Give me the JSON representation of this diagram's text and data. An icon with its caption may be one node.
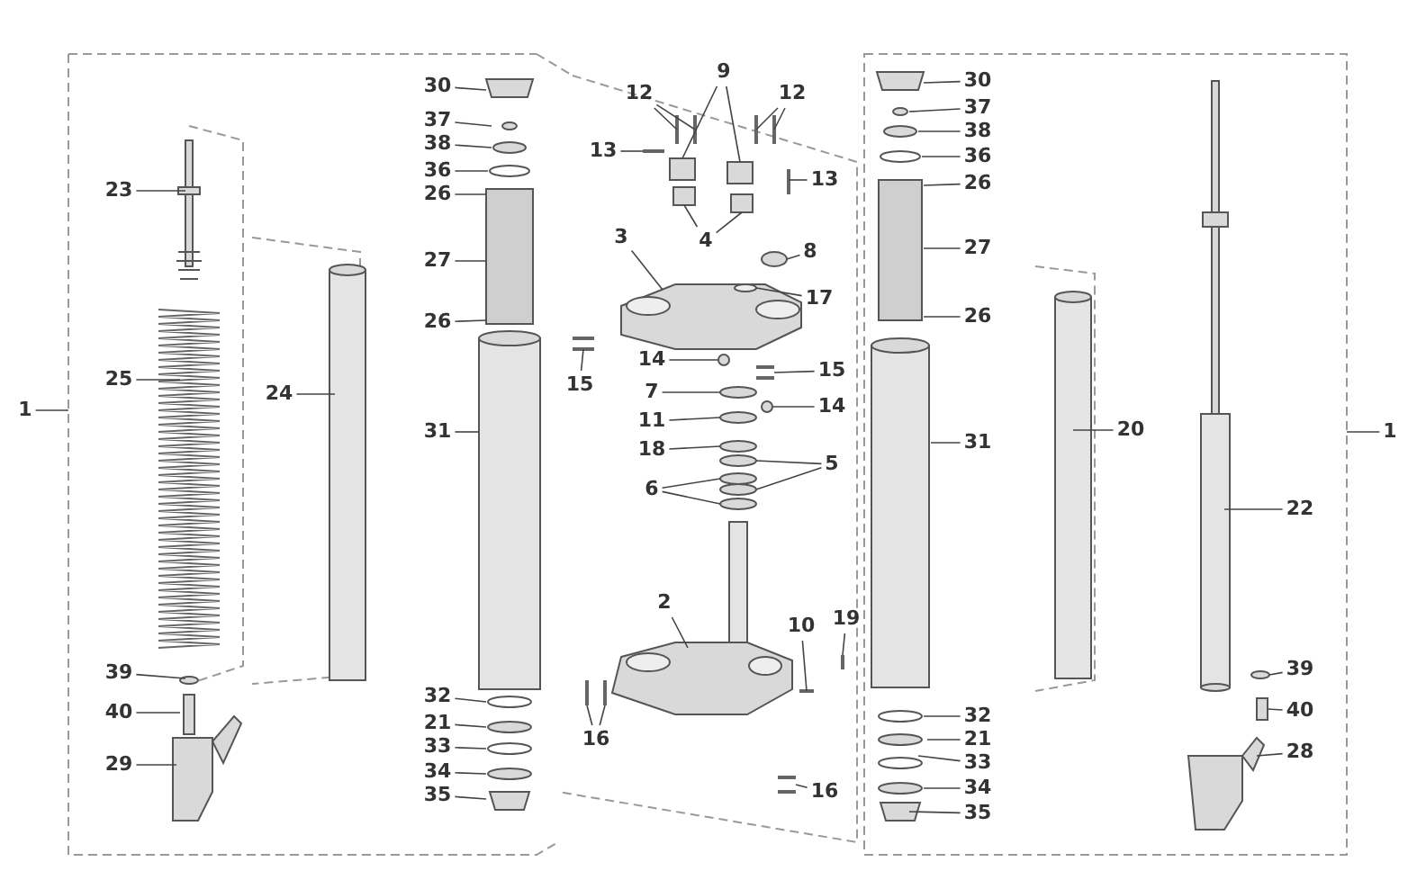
{
  "diagram": {
    "nodes": [
      {
        "text": [
          "1"
        ]
      },
      {
        "text": [
          "23"
        ]
      },
      {
        "text": [
          "25"
        ]
      },
      {
        "text": [
          "24"
        ]
      },
      {
        "text": [
          "39"
        ]
      },
      {
        "text": [
          "40"
        ]
      },
      {
        "text": [
          "29"
        ]
      },
      {
        "text": [
          "30"
        ]
      },
      {
        "text": [
          "37"
        ]
      },
      {
        "text": [
          "38"
        ]
      },
      {
        "text": [
          "36"
        ]
      },
      {
        "text": [
          "26"
        ]
      },
      {
        "text": [
          "27"
        ]
      },
      {
        "text": [
          "26"
        ]
      },
      {
        "text": [
          "31"
        ]
      },
      {
        "text": [
          "32"
        ]
      },
      {
        "text": [
          "21"
        ]
      },
      {
        "text": [
          "33"
        ]
      },
      {
        "text": [
          "34"
        ]
      },
      {
        "text": [
          "35"
        ]
      },
      {
        "text": [
          "12"
        ]
      },
      {
        "text": [
          "9"
        ]
      },
      {
        "text": [
          "12"
        ]
      },
      {
        "text": [
          "13"
        ]
      },
      {
        "text": [
          "13"
        ]
      },
      {
        "text": [
          "3"
        ]
      },
      {
        "text": [
          "4"
        ]
      },
      {
        "text": [
          "8"
        ]
      },
      {
        "text": [
          "17"
        ]
      },
      {
        "text": [
          "15"
        ]
      },
      {
        "text": [
          "14"
        ]
      },
      {
        "text": [
          "7"
        ]
      },
      {
        "text": [
          "15"
        ]
      },
      {
        "text": [
          "11"
        ]
      },
      {
        "text": [
          "14"
        ]
      },
      {
        "text": [
          "18"
        ]
      },
      {
        "text": [
          "5"
        ]
      },
      {
        "text": [
          "6"
        ]
      },
      {
        "text": [
          "2"
        ]
      },
      {
        "text": [
          "10"
        ]
      },
      {
        "text": [
          "19"
        ]
      },
      {
        "text": [
          "16"
        ]
      },
      {
        "text": [
          "16"
        ]
      },
      {
        "text": [
          "30"
        ]
      },
      {
        "text": [
          "37"
        ]
      },
      {
        "text": [
          "38"
        ]
      },
      {
        "text": [
          "36"
        ]
      },
      {
        "text": [
          "26"
        ]
      },
      {
        "text": [
          "27"
        ]
      },
      {
        "text": [
          "26"
        ]
      },
      {
        "text": [
          "31"
        ]
      },
      {
        "text": [
          "32"
        ]
      },
      {
        "text": [
          "21"
        ]
      },
      {
        "text": [
          "33"
        ]
      },
      {
        "text": [
          "34"
        ]
      },
      {
        "text": [
          "35"
        ]
      },
      {
        "text": [
          "20"
        ]
      },
      {
        "text": [
          "22"
        ]
      },
      {
        "text": [
          "39"
        ]
      },
      {
        "text": [
          "40"
        ]
      },
      {
        "text": [
          "28"
        ]
      },
      {
        "text": [
          "1"
        ]
      }
    ],
    "edges": [
      {
        "from": 0,
        "to": null,
        "arrow": "none"
      },
      {
        "from": 1,
        "to": null,
        "arrow": "none"
      },
      {
        "from": 2,
        "to": null,
        "arrow": "none"
      },
      {
        "from": 3,
        "to": null,
        "arrow": "none"
      },
      {
        "from": 4,
        "to": null,
        "arrow": "none"
      },
      {
        "from": 5,
        "to": null,
        "arrow": "none"
      },
      {
        "from": 6,
        "to": null,
        "arrow": "none"
      },
      {
        "from": 7,
        "to": null,
        "arrow": "none"
      },
      {
        "from": 8,
        "to": null,
        "arrow": "none"
      },
      {
        "from": 9,
        "to": null,
        "arrow": "none"
      },
      {
        "from": 10,
        "to": null,
        "arrow": "none"
      },
      {
        "from": 11,
        "to": null,
        "arrow": "none"
      },
      {
        "from": 12,
        "to": null,
        "arrow": "none"
      },
      {
        "from": 13,
        "to": null,
        "arrow": "none"
      },
      {
        "from": 14,
        "to": null,
        "arrow": "none"
      },
      {
        "from": 15,
        "to": null,
        "arrow": "none"
      },
      {
        "from": 16,
        "to": null,
        "arrow": "none"
      },
      {
        "from": 17,
        "to": null,
        "arrow": "none"
      },
      {
        "from": 18,
        "to": null,
        "arrow": "none"
      },
      {
        "from": 19,
        "to": null,
        "arrow": "none"
      },
      {
        "from": 20,
        "to": null,
        "arrow": "none"
      },
      {
        "from": 20,
        "to": null,
        "arrow": "none"
      },
      {
        "from": 21,
        "to": null,
        "arrow": "none"
      },
      {
        "from": 21,
        "to": null,
        "arrow": "none"
      },
      {
        "from": 22,
        "to": null,
        "arrow": "none"
      },
      {
        "from": 22,
        "to": null,
        "arrow": "none"
      },
      {
        "from": 23,
        "to": null,
        "arrow": "none"
      },
      {
        "from": 24,
        "to": null,
        "arrow": "none"
      },
      {
        "from": 25,
        "to": null,
        "arrow": "none"
      },
      {
        "from": 26,
        "to": null,
        "arrow": "none"
      },
      {
        "from": 26,
        "to": null,
        "arrow": "none"
      },
      {
        "from": 27,
        "to": null,
        "arrow": "none"
      },
      {
        "from": 28,
        "to": null,
        "arrow": "none"
      },
      {
        "from": 29,
        "to": null,
        "arrow": "none"
      },
      {
        "from": 30,
        "to": null,
        "arrow": "none"
      },
      {
        "from": 31,
        "to": null,
        "arrow": "none"
      },
      {
        "from": 32,
        "to": null,
        "arrow": "none"
      },
      {
        "from": 33,
        "to": null,
        "arrow": "none"
      },
      {
        "from": 34,
        "to": null,
        "arrow": "none"
      },
      {
        "from": 35,
        "to": null,
        "arrow": "none"
      },
      {
        "from": 36,
        "to": null,
        "arrow": "none"
      },
      {
        "from": 36,
        "to": null,
        "arrow": "none"
      },
      {
        "from": 37,
        "to": null,
        "arrow": "none"
      },
      {
        "from": 37,
        "to": null,
        "arrow": "none"
      },
      {
        "from": 38,
        "to": null,
        "arrow": "none"
      },
      {
        "from": 39,
        "to": null,
        "arrow": "none"
      },
      {
        "from": 40,
        "to": null,
        "arrow": "none"
      },
      {
        "from": 41,
        "to": null,
        "arrow": "none"
      },
      {
        "from": 41,
        "to": null,
        "arrow": "none"
      },
      {
        "from": 42,
        "to": null,
        "arrow": "none"
      },
      {
        "from": 43,
        "to": null,
        "arrow": "none"
      },
      {
        "from": 44,
        "to": null,
        "arrow": "none"
      },
      {
        "from": 45,
        "to": null,
        "arrow": "none"
      },
      {
        "from": 46,
        "to": null,
        "arrow": "none"
      },
      {
        "from": 47,
        "to": null,
        "arrow": "none"
      },
      {
        "from": 48,
        "to": null,
        "arrow": "none"
      },
      {
        "from": 49,
        "to": null,
        "arrow": "none"
      },
      {
        "from": 50,
        "to": null,
        "arrow": "none"
      },
      {
        "from": 51,
        "to": null,
        "arrow": "none"
      },
      {
        "from": 52,
        "to": null,
        "arrow": "none"
      },
      {
        "from": 53,
        "to": null,
        "arrow": "none"
      },
      {
        "from": 54,
        "to": null,
        "arrow": "none"
      },
      {
        "from": 55,
        "to": null,
        "arrow": "none"
      },
      {
        "from": 56,
        "to": null,
        "arrow": "none"
      },
      {
        "from": 57,
        "to": null,
        "arrow": "none"
      },
      {
        "from": 58,
        "to": null,
        "arrow": "none"
      },
      {
        "from": 59,
        "to": null,
        "arrow": "none"
      },
      {
        "from": 60,
        "to": null,
        "arrow": "none"
      },
      {
        "from": 61,
        "to": null,
        "arrow": "none"
      }
    ]
  }
}
